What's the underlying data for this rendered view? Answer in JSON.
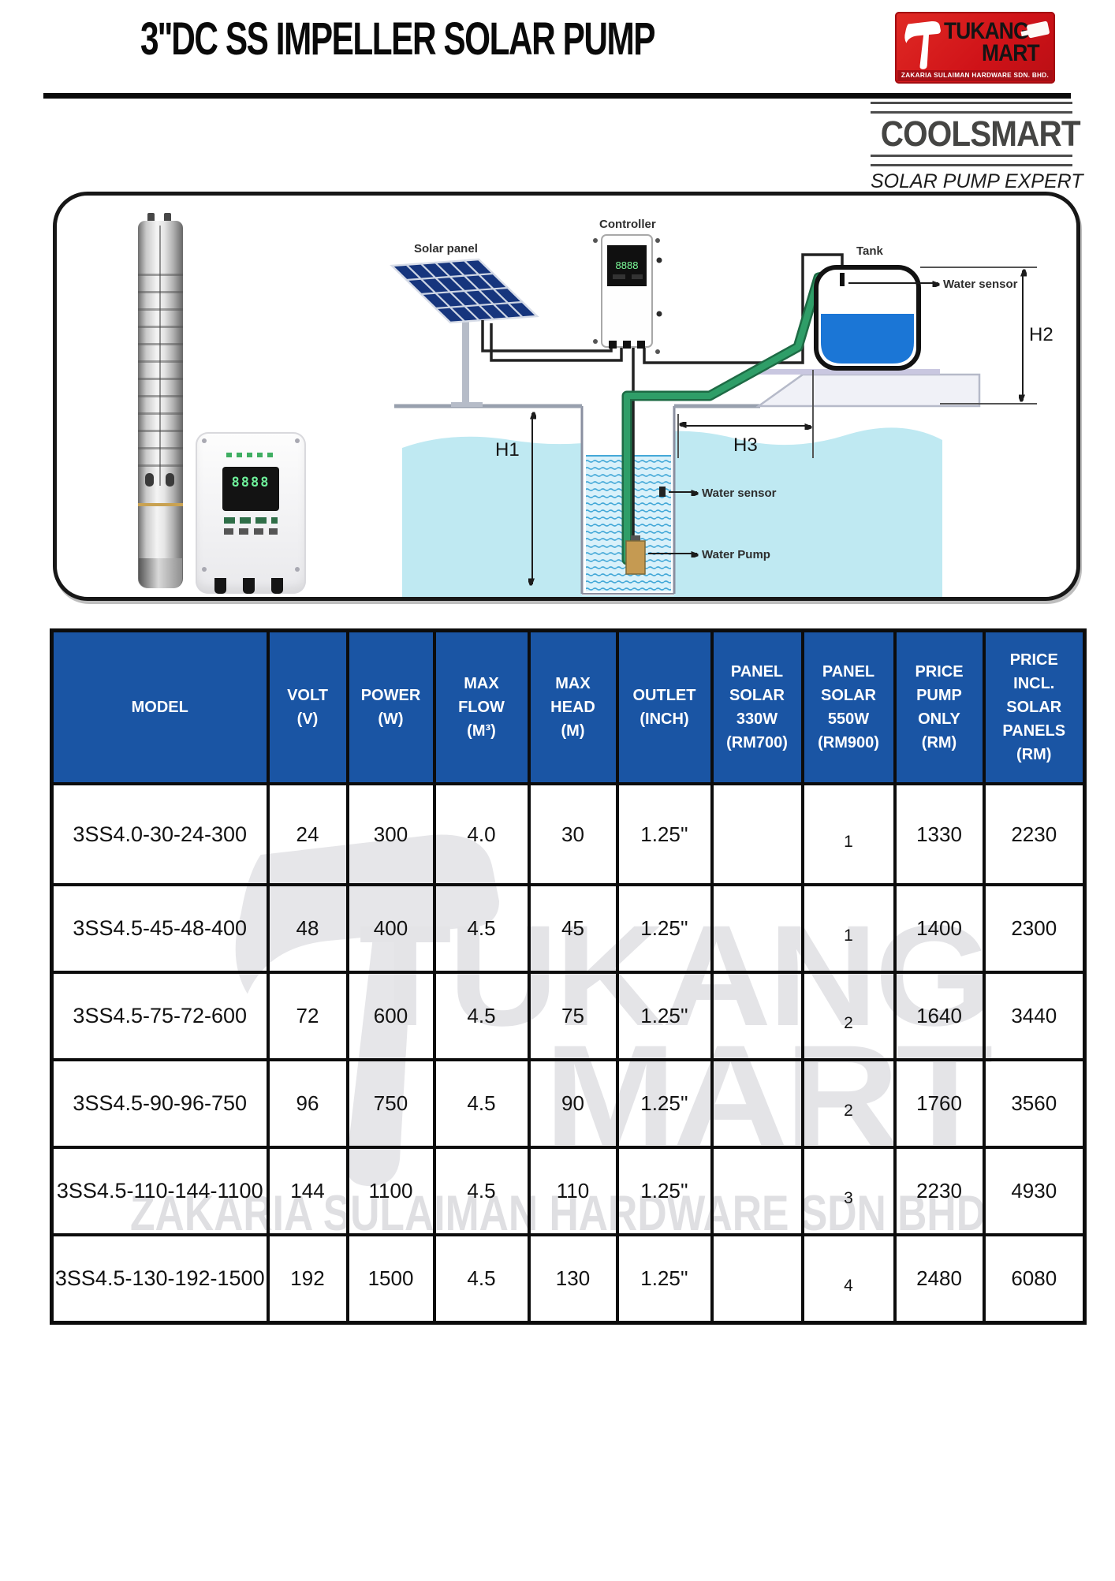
{
  "page": {
    "title": "3''DC SS IMPELLER SOLAR PUMP"
  },
  "brand": {
    "tukang_line1": "TUKANG",
    "tukang_line2": "MART",
    "tukang_tagline": "ZAKARIA SULAIMAN HARDWARE SDN. BHD.",
    "coolsmart_name": "COOLSMART",
    "coolsmart_tagline": "SOLAR PUMP EXPERT"
  },
  "diagram": {
    "labels": {
      "solar_panel": "Solar panel",
      "controller": "Controller",
      "tank": "Tank",
      "water_sensor_top": "Water sensor",
      "water_sensor_well": "Water sensor",
      "water_pump": "Water Pump",
      "h1": "H1",
      "h2": "H2",
      "h3": "H3"
    },
    "controller_display": "8888"
  },
  "table": {
    "headers": [
      "MODEL",
      "VOLT\n(V)",
      "POWER\n(W)",
      "MAX\nFLOW\n(M³)",
      "MAX\nHEAD\n(M)",
      "OUTLET\n(INCH)",
      "PANEL\nSOLAR\n330W\n(RM700)",
      "PANEL\nSOLAR\n550W\n(RM900)",
      "PRICE\nPUMP\nONLY\n(RM)",
      "PRICE\nINCL.\nSOLAR\nPANELS\n(RM)"
    ],
    "rows": [
      {
        "cells": [
          "3SS4.0-30-24-300",
          "24",
          "300",
          "4.0",
          "30",
          "1.25''",
          "",
          "1",
          "1330",
          "2230"
        ]
      },
      {
        "cells": [
          "3SS4.5-45-48-400",
          "48",
          "400",
          "4.5",
          "45",
          "1.25''",
          "",
          "1",
          "1400",
          "2300"
        ]
      },
      {
        "cells": [
          "3SS4.5-75-72-600",
          "72",
          "600",
          "4.5",
          "75",
          "1.25''",
          "",
          "2",
          "1640",
          "3440"
        ]
      },
      {
        "cells": [
          "3SS4.5-90-96-750",
          "96",
          "750",
          "4.5",
          "90",
          "1.25''",
          "",
          "2",
          "1760",
          "3560"
        ]
      },
      {
        "cells": [
          "3SS4.5-110-144-1100",
          "144",
          "1100",
          "4.5",
          "110",
          "1.25''",
          "",
          "3",
          "2230",
          "4930"
        ]
      },
      {
        "cells": [
          "3SS4.5-130-192-1500",
          "192",
          "1500",
          "4.5",
          "130",
          "1.25''",
          "",
          "4",
          "2480",
          "6080"
        ]
      }
    ]
  },
  "watermark": {
    "line1": "TUKANG",
    "line2": "MART",
    "footer": "ZAKARIA SULAIMAN HARDWARE SDN BHD"
  },
  "colors": {
    "header_blue": "#1a55a4",
    "logo_red": "#cf1218",
    "tank_water_blue": "#1b76d6",
    "ground_water_cyan": "#bfe9f2",
    "pipe_green": "#2f9e68",
    "panel_blue": "#16357d"
  }
}
